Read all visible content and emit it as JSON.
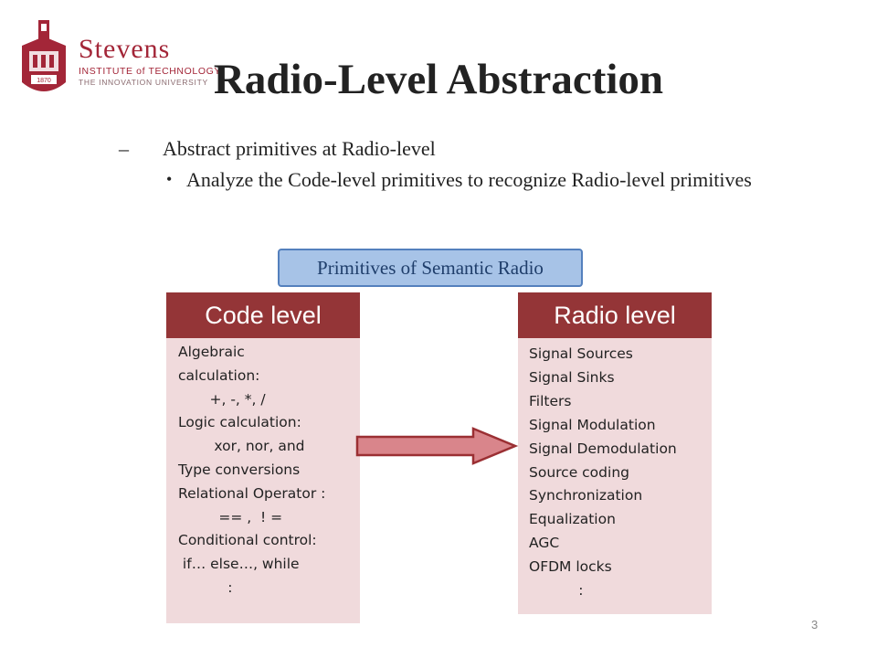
{
  "logo": {
    "name_big": "Stevens",
    "name_mid": "INSTITUTE of TECHNOLOGY",
    "name_small": "THE INNOVATION UNIVERSITY",
    "seal_year": "1870",
    "brand_color": "#a32638"
  },
  "slide": {
    "title": "Radio-Level Abstraction",
    "bullets": [
      {
        "marker": "–",
        "text": "Abstract primitives at Radio-level"
      },
      {
        "marker": "•",
        "text": "Analyze the Code-level primitives to recognize Radio-level primitives"
      }
    ],
    "banner": "Primitives of Semantic Radio",
    "page_number": "3"
  },
  "code_panel": {
    "header": "Code level",
    "items": [
      "Algebraic",
      "calculation:",
      "       +, -, *, /",
      "Logic calculation:",
      "        xor, nor, and",
      "Type conversions",
      "Relational Operator :",
      "         == ,  ! =",
      "Conditional control:",
      " if… else…, while",
      "           :"
    ]
  },
  "radio_panel": {
    "header": "Radio level",
    "items": [
      "Signal Sources",
      "Signal Sinks",
      "Filters",
      "Signal Modulation",
      "Signal Demodulation",
      "Source coding",
      "Synchronization",
      "Equalization",
      "AGC",
      "OFDM locks",
      "           :"
    ]
  },
  "colors": {
    "panel_header": "#943537",
    "panel_body": "#f0dadc",
    "banner_fill": "#a7c3e7",
    "banner_border": "#5480bd",
    "arrow_fill": "#d9858b",
    "arrow_stroke": "#9b2f33"
  }
}
